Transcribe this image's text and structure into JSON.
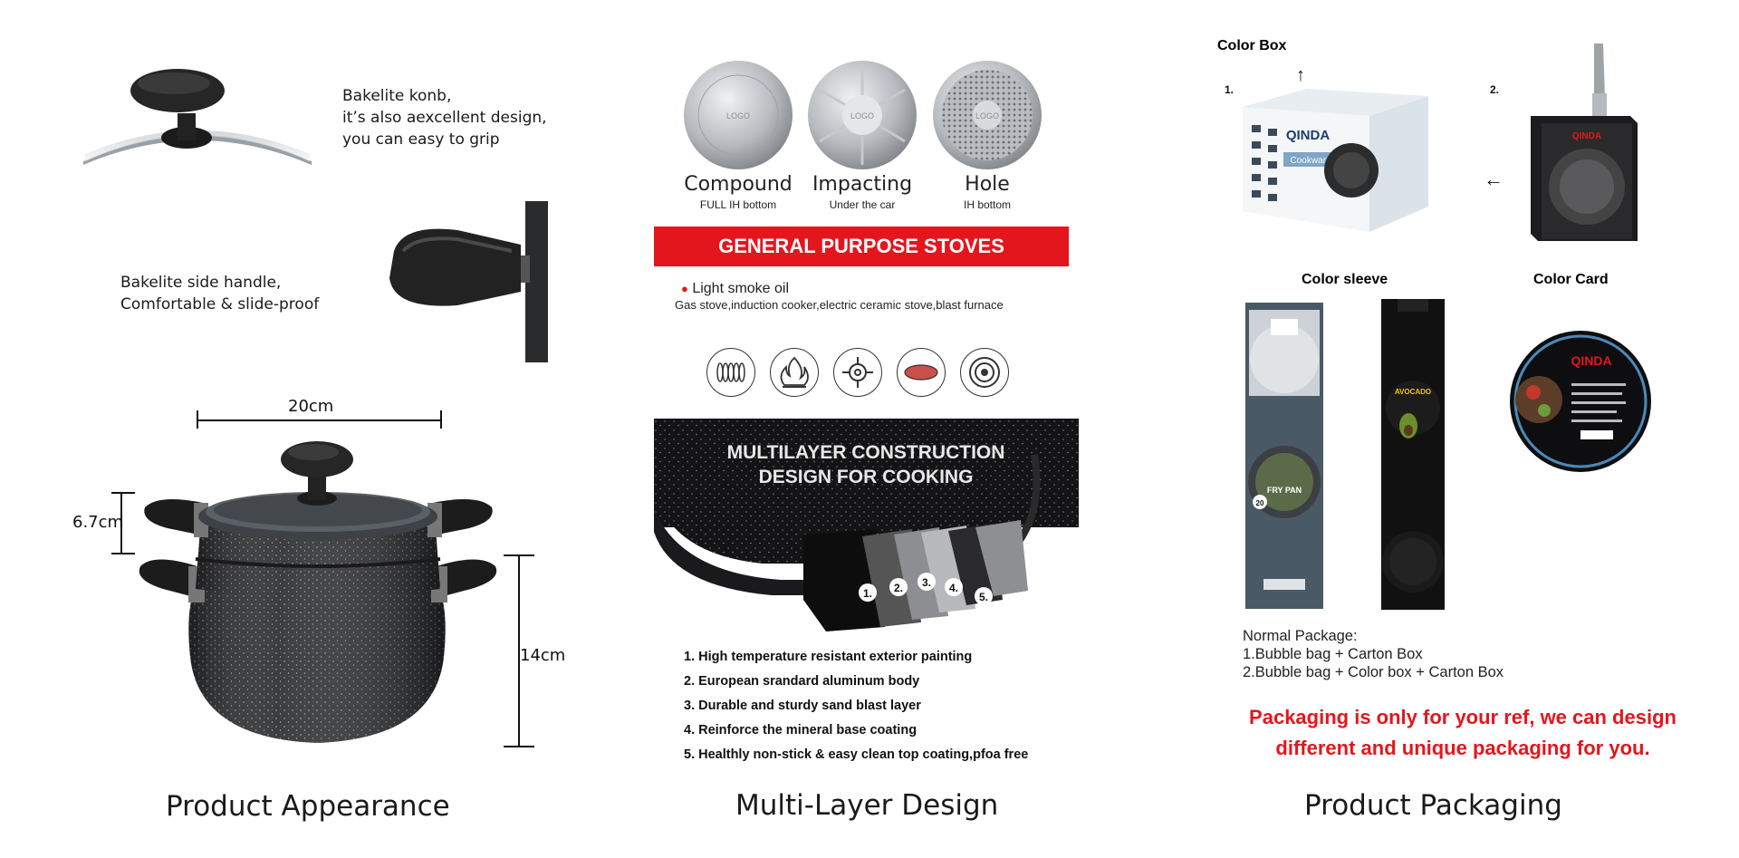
{
  "appearance": {
    "knob_text": [
      "Bakelite konb,",
      "it’s also aexcellent design,",
      "you can easy to grip"
    ],
    "handle_text": [
      "Bakelite side handle,",
      "Comfortable & slide-proof"
    ],
    "dim_width": "20cm",
    "dim_lid": "6.7cm",
    "dim_height": "14cm",
    "caption": "Product Appearance"
  },
  "multilayer": {
    "discs": [
      {
        "title": "Compound",
        "sub": "FULL IH bottom",
        "logo": "LOGO"
      },
      {
        "title": "Impacting",
        "sub": "Under the car",
        "logo": "LOGO"
      },
      {
        "title": "Hole",
        "sub": "IH bottom",
        "logo": "LOGO"
      }
    ],
    "banner": "GENERAL PURPOSE STOVES",
    "bullet": "Light smoke oil",
    "stoves_text": "Gas stove,induction cooker,electric ceramic stove,blast furnace",
    "stove_icons": [
      "coil-stove-icon",
      "flame-stove-icon",
      "gas-burner-icon",
      "ceramic-plate-icon",
      "induction-icon"
    ],
    "pan_title": [
      "MULTILAYER CONSTRUCTION",
      "DESIGN FOR COOKING"
    ],
    "layer_numbers": [
      "1.",
      "2.",
      "3.",
      "4.",
      "5."
    ],
    "features": [
      "1. High temperature resistant exterior painting",
      "2. European srandard aluminum body",
      "3. Durable and sturdy sand blast layer",
      "4. Reinforce the mineral base coating",
      "5. Healthly non-stick & easy clean top coating,pfoa free"
    ],
    "caption": "Multi-Layer Design"
  },
  "packaging": {
    "color_box_title": "Color Box",
    "box_num_1": "1.",
    "box_num_2": "2.",
    "brand": "QINDA",
    "box_label": "Cookware",
    "sleeve_title": "Color sleeve",
    "card_title": "Color Card",
    "sleeve_labels": [
      "FRY PAN",
      "AVOCADO"
    ],
    "sleeve_size": "20",
    "normal_package_title": "Normal Package:",
    "normal_package_lines": [
      "1.Bubble bag + Carton Box",
      "2.Bubble bag + Color box + Carton Box"
    ],
    "note_lines": [
      "Packaging is only for your ref, we can design",
      "different and unique packaging for you."
    ],
    "caption": "Product Packaging"
  },
  "colors": {
    "accent_red": "#e3161e",
    "granite": "#2b2c2e"
  }
}
